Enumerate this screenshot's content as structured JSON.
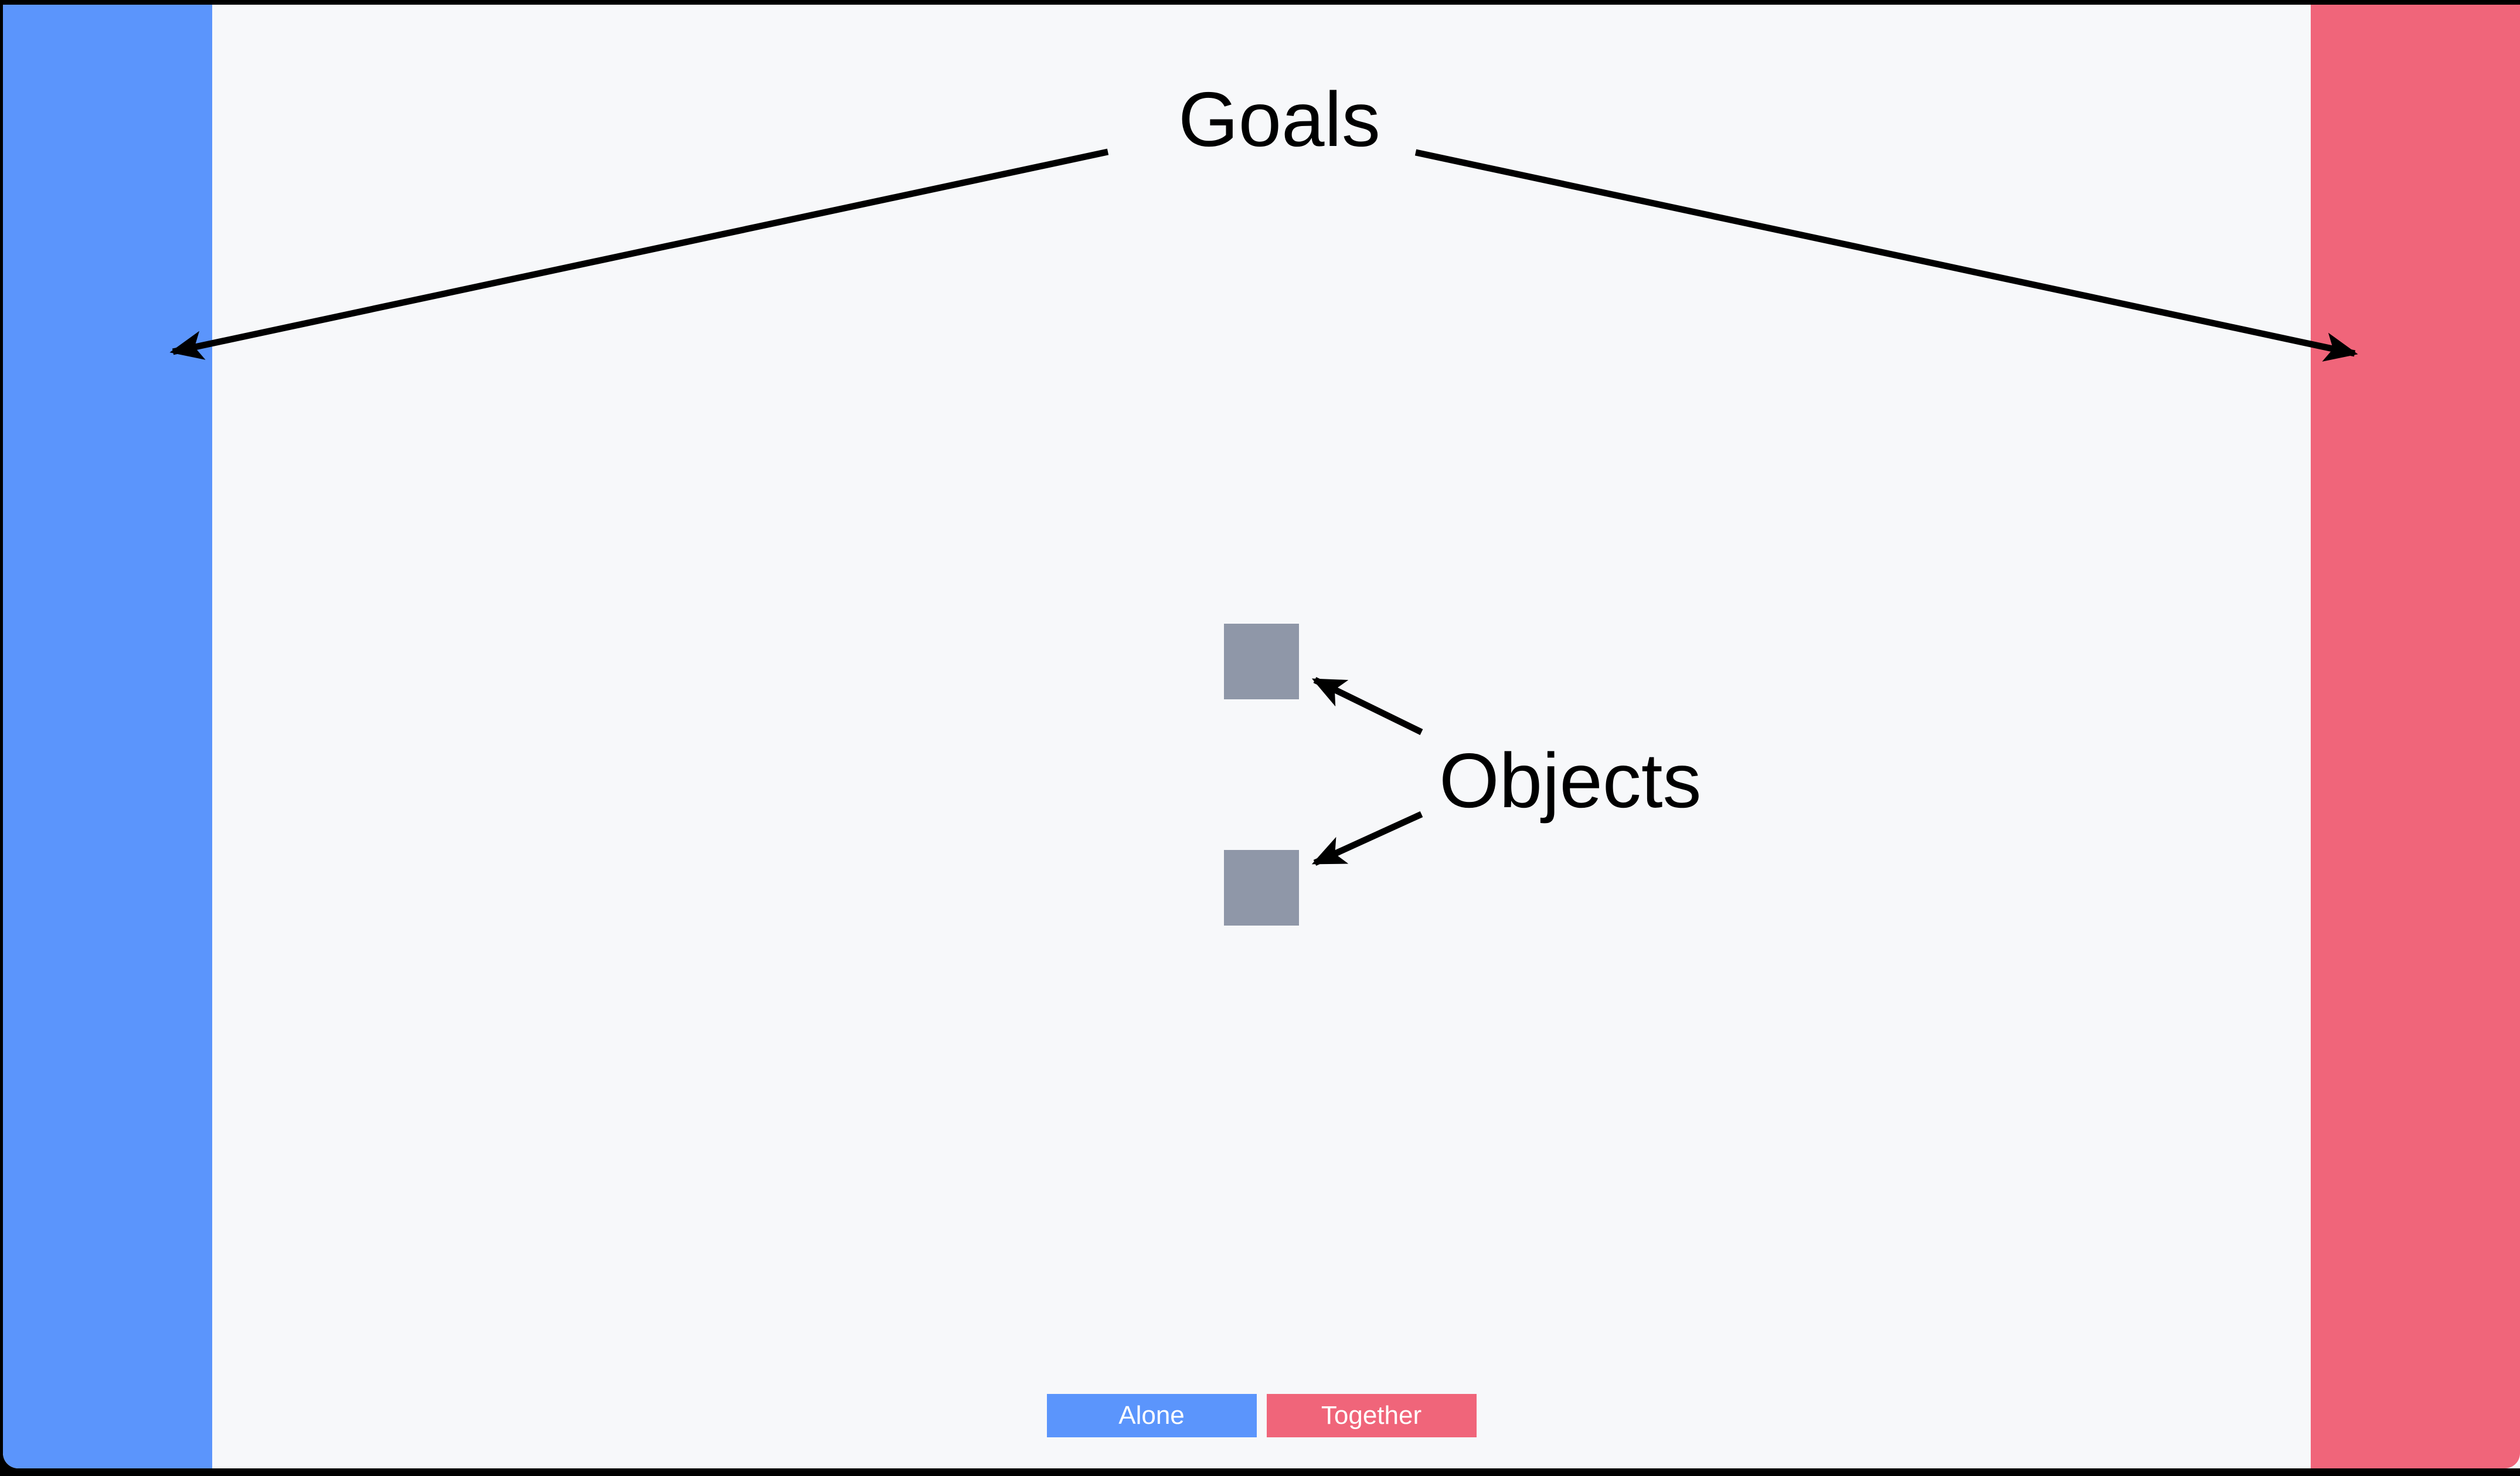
{
  "stage": {
    "background_color": "#F7F8FA",
    "outer_border_color": "#000000"
  },
  "goal_zones": [
    {
      "name": "left-goal-zone",
      "color": "#5B95FC",
      "side": "left"
    },
    {
      "name": "right-goal-zone",
      "color": "#F0657A",
      "side": "right"
    }
  ],
  "objects": [
    {
      "name": "object-block-1",
      "color": "#8F97A8"
    },
    {
      "name": "object-block-2",
      "color": "#8F97A8"
    }
  ],
  "annotations": {
    "goals_label": "Goals",
    "objects_label": "Objects",
    "arrow_color": "#000000"
  },
  "controls": {
    "alone_label": "Alone",
    "alone_color": "#5B95FC",
    "together_label": "Together",
    "together_color": "#F0657A"
  }
}
